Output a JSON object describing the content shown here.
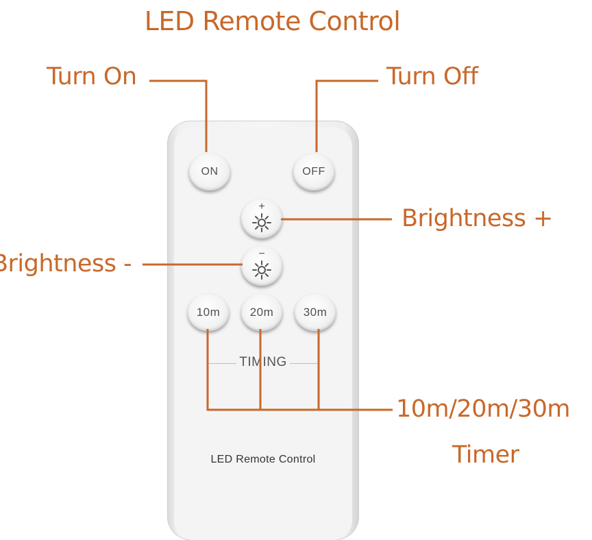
{
  "title": "LED Remote Control",
  "callouts": {
    "turn_on": "Turn On",
    "turn_off": "Turn Off",
    "brightness_plus": "Brightness +",
    "brightness_minus": "Brightness -",
    "timer_line1": "10m/20m/30m",
    "timer_line2": "Timer"
  },
  "remote": {
    "buttons": {
      "on": "ON",
      "off": "OFF",
      "brightness_plus_sign": "+",
      "brightness_minus_sign": "−",
      "timer_10": "10m",
      "timer_20": "20m",
      "timer_30": "30m"
    },
    "timing_label": "TIMING",
    "brand_label": "LED Remote Control"
  },
  "icons": {
    "brightness_up": "sun-icon",
    "brightness_down": "sun-icon"
  },
  "colors": {
    "callout": "#c8682a",
    "remote_body": "#f4f4f4",
    "button_text": "#505050"
  }
}
